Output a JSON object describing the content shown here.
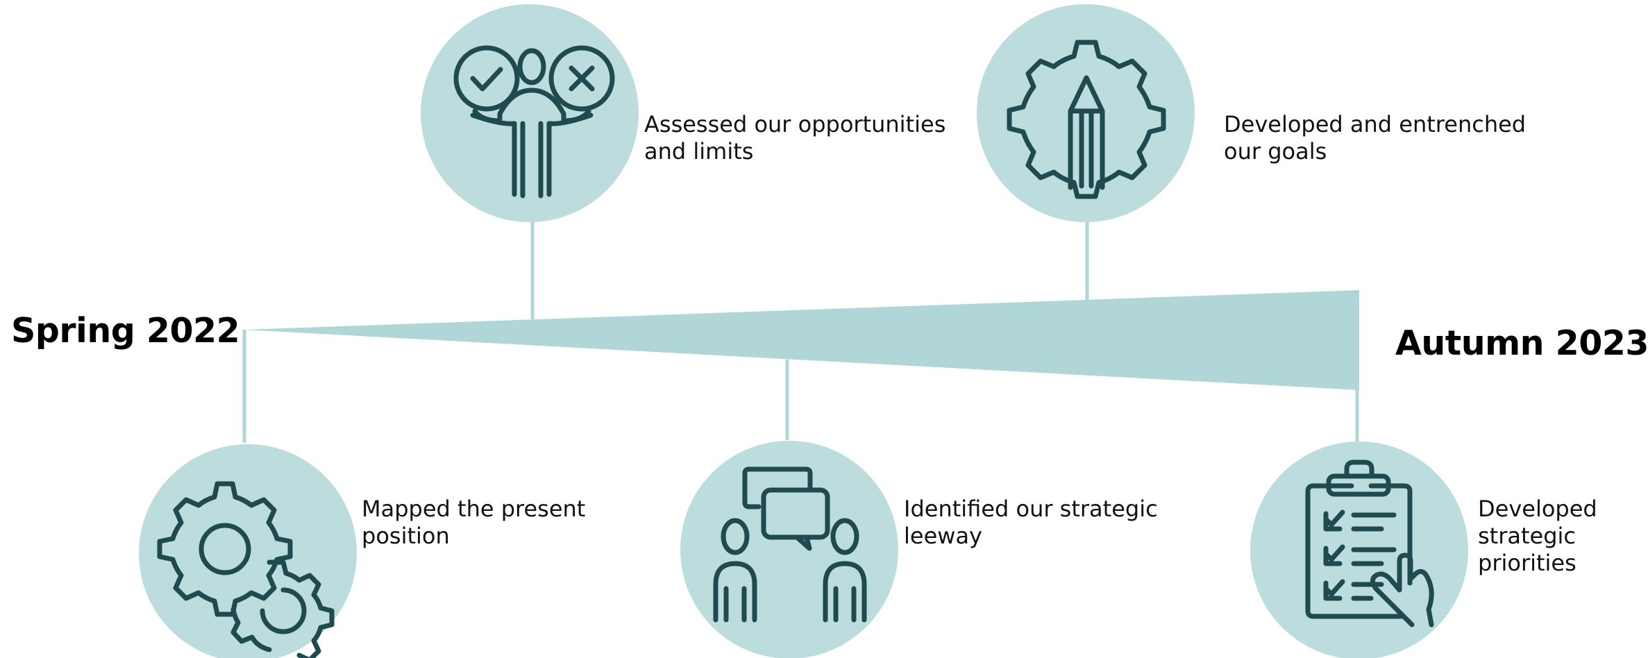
{
  "timeline": {
    "start_label": "Spring 2022",
    "end_label": "Autumn 2023"
  },
  "colors": {
    "accent": "#b0d6d7",
    "circle_fill": "#bcdcdd",
    "icon_stroke": "#1e4a50",
    "text": "#111111"
  },
  "steps": [
    {
      "icon": "balance-choice-icon",
      "lines": [
        "Assessed our opportunities",
        "and limits"
      ]
    },
    {
      "icon": "gear-pencil-icon",
      "lines": [
        "Developed and entrenched",
        "our goals"
      ]
    },
    {
      "icon": "gears-icon",
      "lines": [
        "Mapped the present",
        "position"
      ]
    },
    {
      "icon": "discussion-icon",
      "lines": [
        "Identified our strategic",
        "leeway"
      ]
    },
    {
      "icon": "clipboard-checklist-icon",
      "lines": [
        "Developed",
        "strategic",
        "priorities"
      ]
    }
  ]
}
